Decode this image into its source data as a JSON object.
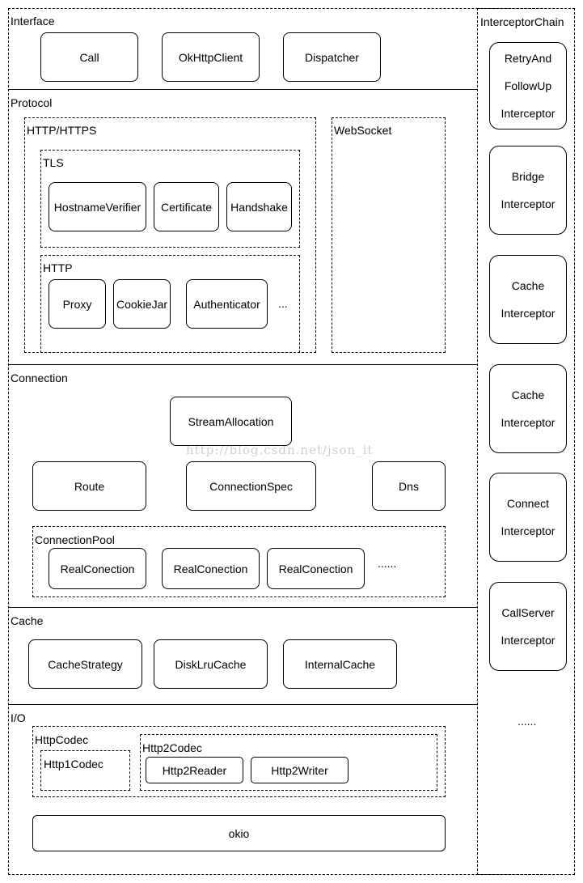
{
  "interface": {
    "title": "Interface",
    "items": [
      "Call",
      "OkHttpClient",
      "Dispatcher"
    ]
  },
  "protocol": {
    "title": "Protocol",
    "http_https": {
      "title": "HTTP/HTTPS",
      "tls": {
        "title": "TLS",
        "items": [
          "HostnameVerifier",
          "Certificate",
          "Handshake"
        ]
      },
      "http": {
        "title": "HTTP",
        "items": [
          "Proxy",
          "CookieJar",
          "Authenticator"
        ],
        "more": "..."
      }
    },
    "websocket": {
      "title": "WebSocket"
    }
  },
  "connection": {
    "title": "Connection",
    "stream_allocation": "StreamAllocation",
    "route": "Route",
    "connection_spec": "ConnectionSpec",
    "dns": "Dns",
    "pool": {
      "title": "ConnectionPool",
      "items": [
        "RealConection",
        "RealConection",
        "RealConection"
      ],
      "more": "......"
    }
  },
  "cache": {
    "title": "Cache",
    "items": [
      "CacheStrategy",
      "DiskLruCache",
      "InternalCache"
    ]
  },
  "io": {
    "title": "I/O",
    "http_codec": {
      "title": "HttpCodec",
      "http1": "Http1Codec",
      "http2": {
        "title": "Http2Codec",
        "reader": "Http2Reader",
        "writer": "Http2Writer"
      }
    },
    "okio": "okio"
  },
  "interceptor_chain": {
    "title": "InterceptorChain",
    "items": [
      {
        "lines": [
          "RetryAnd",
          "FollowUp",
          "Interceptor"
        ]
      },
      {
        "lines": [
          "Bridge",
          "Interceptor"
        ]
      },
      {
        "lines": [
          "Cache",
          "Interceptor"
        ]
      },
      {
        "lines": [
          "Cache",
          "Interceptor"
        ]
      },
      {
        "lines": [
          "Connect",
          "Interceptor"
        ]
      },
      {
        "lines": [
          "CallServer",
          "Interceptor"
        ]
      }
    ],
    "more": "......"
  },
  "watermark": "http://blog.csdn.net/json_it"
}
